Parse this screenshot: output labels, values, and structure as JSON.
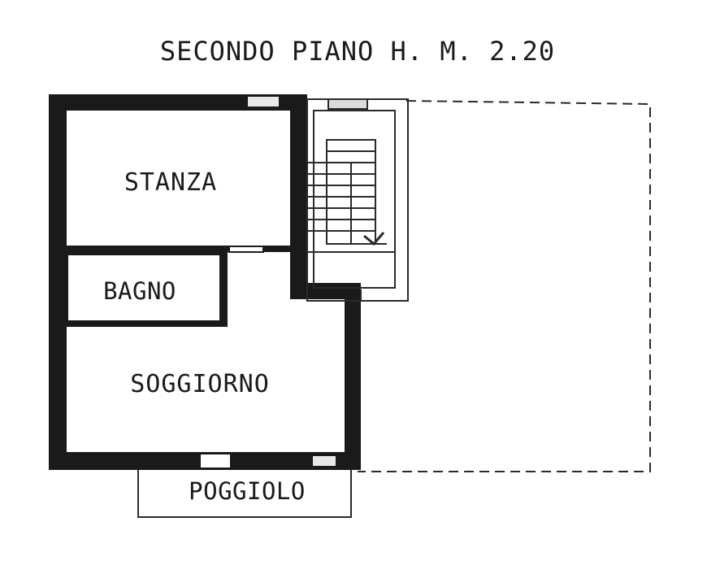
{
  "title": "SECONDO PIANO H. M. 2.20",
  "rooms": {
    "stanza": "STANZA",
    "bagno": "BAGNO",
    "soggiorno": "SOGGIORNO",
    "poggiolo": "POGGIOLO"
  },
  "colors": {
    "wall": "#1a1a1a",
    "line": "#2a2a2a",
    "background": "#ffffff"
  }
}
